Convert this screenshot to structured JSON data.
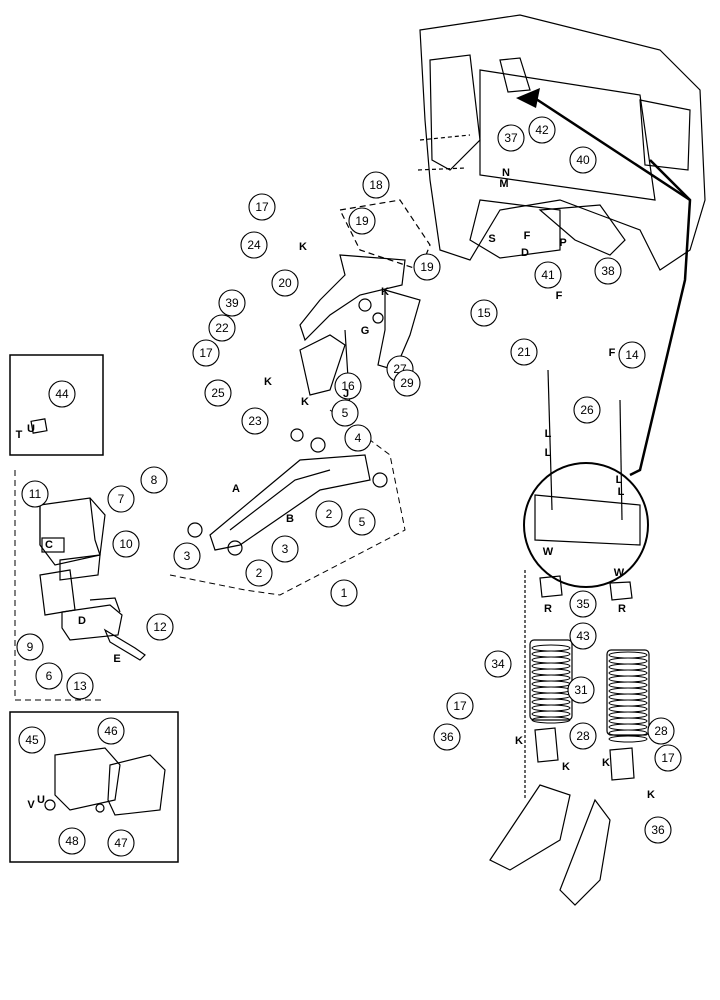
{
  "callouts": [
    {
      "id": "c1",
      "text": "1"
    },
    {
      "id": "c2a",
      "text": "2"
    },
    {
      "id": "c2b",
      "text": "2"
    },
    {
      "id": "c3a",
      "text": "3"
    },
    {
      "id": "c3b",
      "text": "3"
    },
    {
      "id": "c4",
      "text": "4"
    },
    {
      "id": "c5a",
      "text": "5"
    },
    {
      "id": "c5b",
      "text": "5"
    },
    {
      "id": "c6",
      "text": "6"
    },
    {
      "id": "c7",
      "text": "7"
    },
    {
      "id": "c8",
      "text": "8"
    },
    {
      "id": "c9",
      "text": "9"
    },
    {
      "id": "c10",
      "text": "10"
    },
    {
      "id": "c11",
      "text": "11"
    },
    {
      "id": "c12",
      "text": "12"
    },
    {
      "id": "c13",
      "text": "13"
    },
    {
      "id": "c14",
      "text": "14"
    },
    {
      "id": "c15",
      "text": "15"
    },
    {
      "id": "c16",
      "text": "16"
    },
    {
      "id": "c17a",
      "text": "17"
    },
    {
      "id": "c17b",
      "text": "17"
    },
    {
      "id": "c17c",
      "text": "17"
    },
    {
      "id": "c17d",
      "text": "17"
    },
    {
      "id": "c18",
      "text": "18"
    },
    {
      "id": "c19a",
      "text": "19"
    },
    {
      "id": "c19b",
      "text": "19"
    },
    {
      "id": "c20",
      "text": "20"
    },
    {
      "id": "c21",
      "text": "21"
    },
    {
      "id": "c22",
      "text": "22"
    },
    {
      "id": "c23",
      "text": "23"
    },
    {
      "id": "c24",
      "text": "24"
    },
    {
      "id": "c25",
      "text": "25"
    },
    {
      "id": "c26",
      "text": "26"
    },
    {
      "id": "c27",
      "text": "27"
    },
    {
      "id": "c28a",
      "text": "28"
    },
    {
      "id": "c28b",
      "text": "28"
    },
    {
      "id": "c29",
      "text": "29"
    },
    {
      "id": "c31",
      "text": "31"
    },
    {
      "id": "c34",
      "text": "34"
    },
    {
      "id": "c35",
      "text": "35"
    },
    {
      "id": "c36a",
      "text": "36"
    },
    {
      "id": "c36b",
      "text": "36"
    },
    {
      "id": "c37",
      "text": "37"
    },
    {
      "id": "c38",
      "text": "38"
    },
    {
      "id": "c39",
      "text": "39"
    },
    {
      "id": "c40",
      "text": "40"
    },
    {
      "id": "c41",
      "text": "41"
    },
    {
      "id": "c42",
      "text": "42"
    },
    {
      "id": "c43",
      "text": "43"
    },
    {
      "id": "c44",
      "text": "44"
    },
    {
      "id": "c45",
      "text": "45"
    },
    {
      "id": "c46",
      "text": "46"
    },
    {
      "id": "c47",
      "text": "47"
    },
    {
      "id": "c48",
      "text": "48"
    }
  ],
  "letters": [
    {
      "id": "lA",
      "text": "A"
    },
    {
      "id": "lB",
      "text": "B"
    },
    {
      "id": "lC",
      "text": "C"
    },
    {
      "id": "lD",
      "text": "D"
    },
    {
      "id": "lE",
      "text": "E"
    },
    {
      "id": "lF1",
      "text": "F"
    },
    {
      "id": "lF2",
      "text": "F"
    },
    {
      "id": "lF3",
      "text": "F"
    },
    {
      "id": "lG",
      "text": "G"
    },
    {
      "id": "lJ",
      "text": "J"
    },
    {
      "id": "lK1",
      "text": "K"
    },
    {
      "id": "lK2",
      "text": "K"
    },
    {
      "id": "lK3",
      "text": "K"
    },
    {
      "id": "lK4",
      "text": "K"
    },
    {
      "id": "lK5",
      "text": "K"
    },
    {
      "id": "lK6",
      "text": "K"
    },
    {
      "id": "lK7",
      "text": "K"
    },
    {
      "id": "lK8",
      "text": "K"
    },
    {
      "id": "lL1",
      "text": "L"
    },
    {
      "id": "lL2",
      "text": "L"
    },
    {
      "id": "lL3",
      "text": "L"
    },
    {
      "id": "lL4",
      "text": "L"
    },
    {
      "id": "lM",
      "text": "M"
    },
    {
      "id": "lN",
      "text": "N"
    },
    {
      "id": "lP",
      "text": "P"
    },
    {
      "id": "lR1",
      "text": "R"
    },
    {
      "id": "lR2",
      "text": "R"
    },
    {
      "id": "lS",
      "text": "S"
    },
    {
      "id": "lD2",
      "text": "D"
    },
    {
      "id": "lT1",
      "text": "T"
    },
    {
      "id": "lU1",
      "text": "U"
    },
    {
      "id": "lU2",
      "text": "U"
    },
    {
      "id": "lV",
      "text": "V"
    },
    {
      "id": "lW1",
      "text": "W"
    },
    {
      "id": "lW2",
      "text": "W"
    }
  ]
}
